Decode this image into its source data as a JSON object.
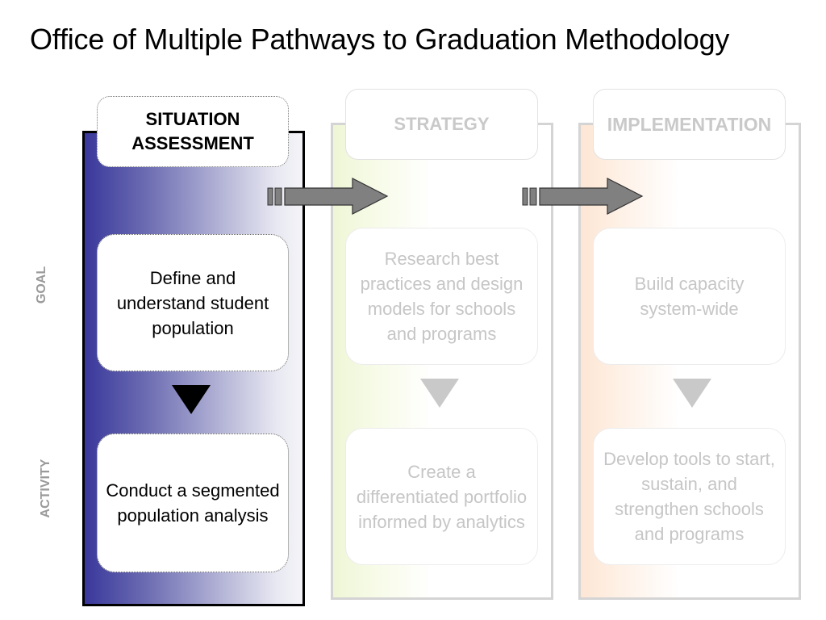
{
  "title": "Office of Multiple Pathways to Graduation Methodology",
  "row_labels": {
    "goal": "GOAL",
    "activity": "ACTIVITY"
  },
  "columns": [
    {
      "header": "SITUATION ASSESSMENT",
      "header_lines": [
        "SITUATION",
        "ASSESSMENT"
      ],
      "goal": "Define and understand student population",
      "activity": "Conduct a segmented population analysis",
      "active": true
    },
    {
      "header": "STRATEGY",
      "goal": "Research best practices and design models for schools and programs",
      "activity": "Create a differentiated portfolio informed by analytics",
      "active": false
    },
    {
      "header": "IMPLEMENTATION",
      "goal": "Build capacity system-wide",
      "activity": "Develop tools to start, sustain, and strengthen schools and programs",
      "active": false
    }
  ],
  "colors": {
    "active_gradient_start": "#39389b",
    "strategy_tint": "#eef6d6",
    "implementation_tint": "#fde6d4",
    "faded_text": "#c6c6c6",
    "arrow_fill": "#808080"
  }
}
